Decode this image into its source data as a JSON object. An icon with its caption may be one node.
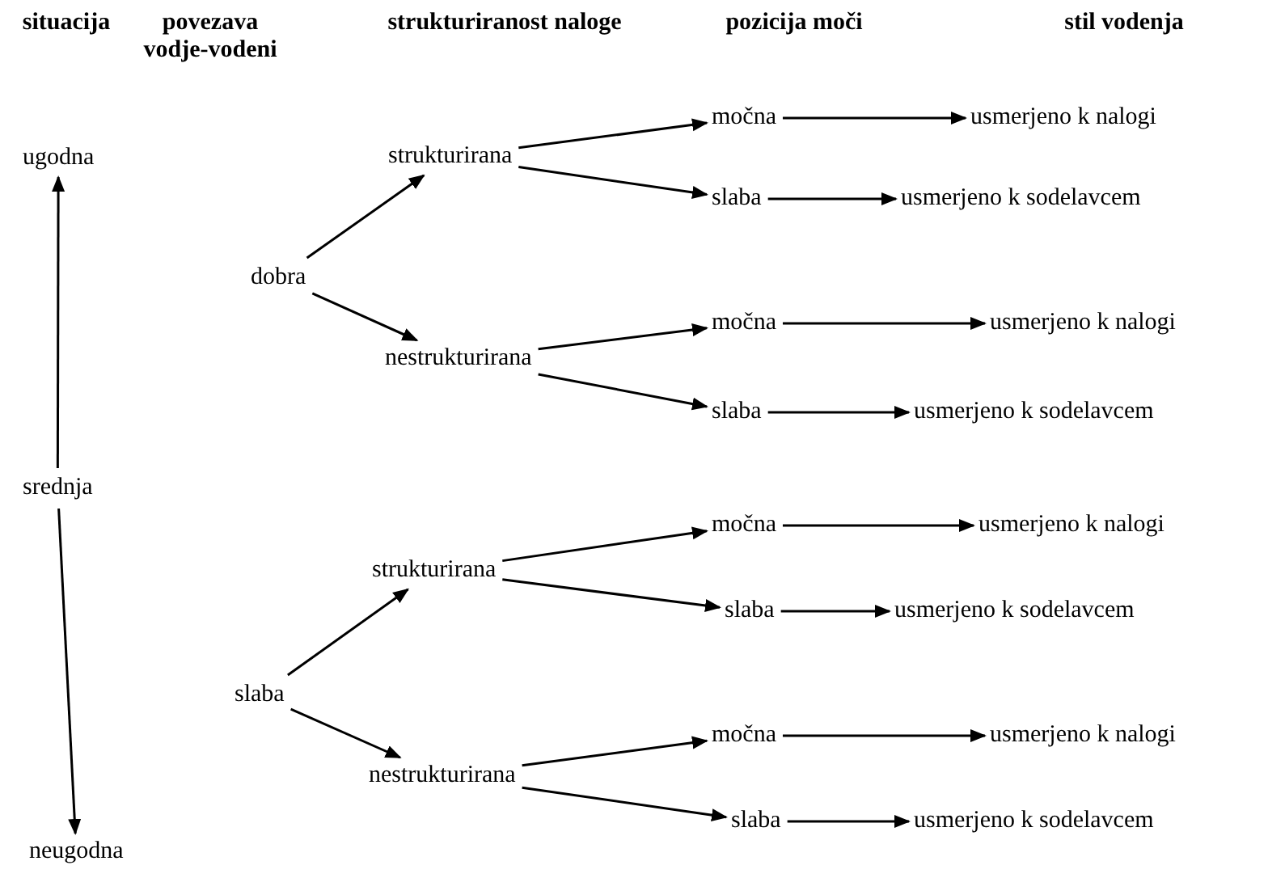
{
  "diagram": {
    "nodes": [
      {
        "text": [
          "ugodna"
        ]
      },
      {
        "text": [
          "srednja"
        ]
      },
      {
        "text": [
          "neugodna"
        ]
      },
      {
        "text": [
          "dobra"
        ]
      },
      {
        "text": [
          "slaba"
        ]
      },
      {
        "text": [
          "strukturirana"
        ]
      },
      {
        "text": [
          "nestrukturirana"
        ]
      },
      {
        "text": [
          "strukturirana"
        ]
      },
      {
        "text": [
          "nestrukturirana"
        ]
      },
      {
        "text": [
          "močna"
        ]
      },
      {
        "text": [
          "slaba"
        ]
      },
      {
        "text": [
          "močna"
        ]
      },
      {
        "text": [
          "slaba"
        ]
      },
      {
        "text": [
          "močna"
        ]
      },
      {
        "text": [
          "slaba"
        ]
      },
      {
        "text": [
          "močna"
        ]
      },
      {
        "text": [
          "slaba"
        ]
      },
      {
        "text": [
          "usmerjeno k nalogi"
        ]
      },
      {
        "text": [
          "usmerjeno k sodelavcem"
        ]
      },
      {
        "text": [
          "usmerjeno k nalogi"
        ]
      },
      {
        "text": [
          "usmerjeno k sodelavcem"
        ]
      },
      {
        "text": [
          "usmerjeno k nalogi"
        ]
      },
      {
        "text": [
          "usmerjeno k sodelavcem"
        ]
      },
      {
        "text": [
          "usmerjeno k nalogi"
        ]
      },
      {
        "text": [
          "usmerjeno k sodelavcem"
        ]
      }
    ],
    "edges": [
      {
        "from": 1,
        "to": 0,
        "arrow": "to"
      },
      {
        "from": 1,
        "to": 2,
        "arrow": "to"
      },
      {
        "from": 3,
        "to": 5,
        "arrow": "to"
      },
      {
        "from": 3,
        "to": 6,
        "arrow": "to"
      },
      {
        "from": 4,
        "to": 7,
        "arrow": "to"
      },
      {
        "from": 4,
        "to": 8,
        "arrow": "to"
      },
      {
        "from": 5,
        "to": 9,
        "arrow": "to"
      },
      {
        "from": 5,
        "to": 10,
        "arrow": "to"
      },
      {
        "from": 6,
        "to": 11,
        "arrow": "to"
      },
      {
        "from": 6,
        "to": 12,
        "arrow": "to"
      },
      {
        "from": 7,
        "to": 13,
        "arrow": "to"
      },
      {
        "from": 7,
        "to": 14,
        "arrow": "to"
      },
      {
        "from": 8,
        "to": 15,
        "arrow": "to"
      },
      {
        "from": 8,
        "to": 16,
        "arrow": "to"
      },
      {
        "from": 9,
        "to": 17,
        "arrow": "to"
      },
      {
        "from": 10,
        "to": 18,
        "arrow": "to"
      },
      {
        "from": 11,
        "to": 19,
        "arrow": "to"
      },
      {
        "from": 12,
        "to": 20,
        "arrow": "to"
      },
      {
        "from": 13,
        "to": 21,
        "arrow": "to"
      },
      {
        "from": 14,
        "to": 22,
        "arrow": "to"
      },
      {
        "from": 15,
        "to": 23,
        "arrow": "to"
      },
      {
        "from": 16,
        "to": 24,
        "arrow": "to"
      }
    ],
    "labels": [
      "situacija",
      "povezava vodje-vodeni",
      "strukturiranost naloge",
      "pozicija moči",
      "stil vodenja"
    ]
  }
}
